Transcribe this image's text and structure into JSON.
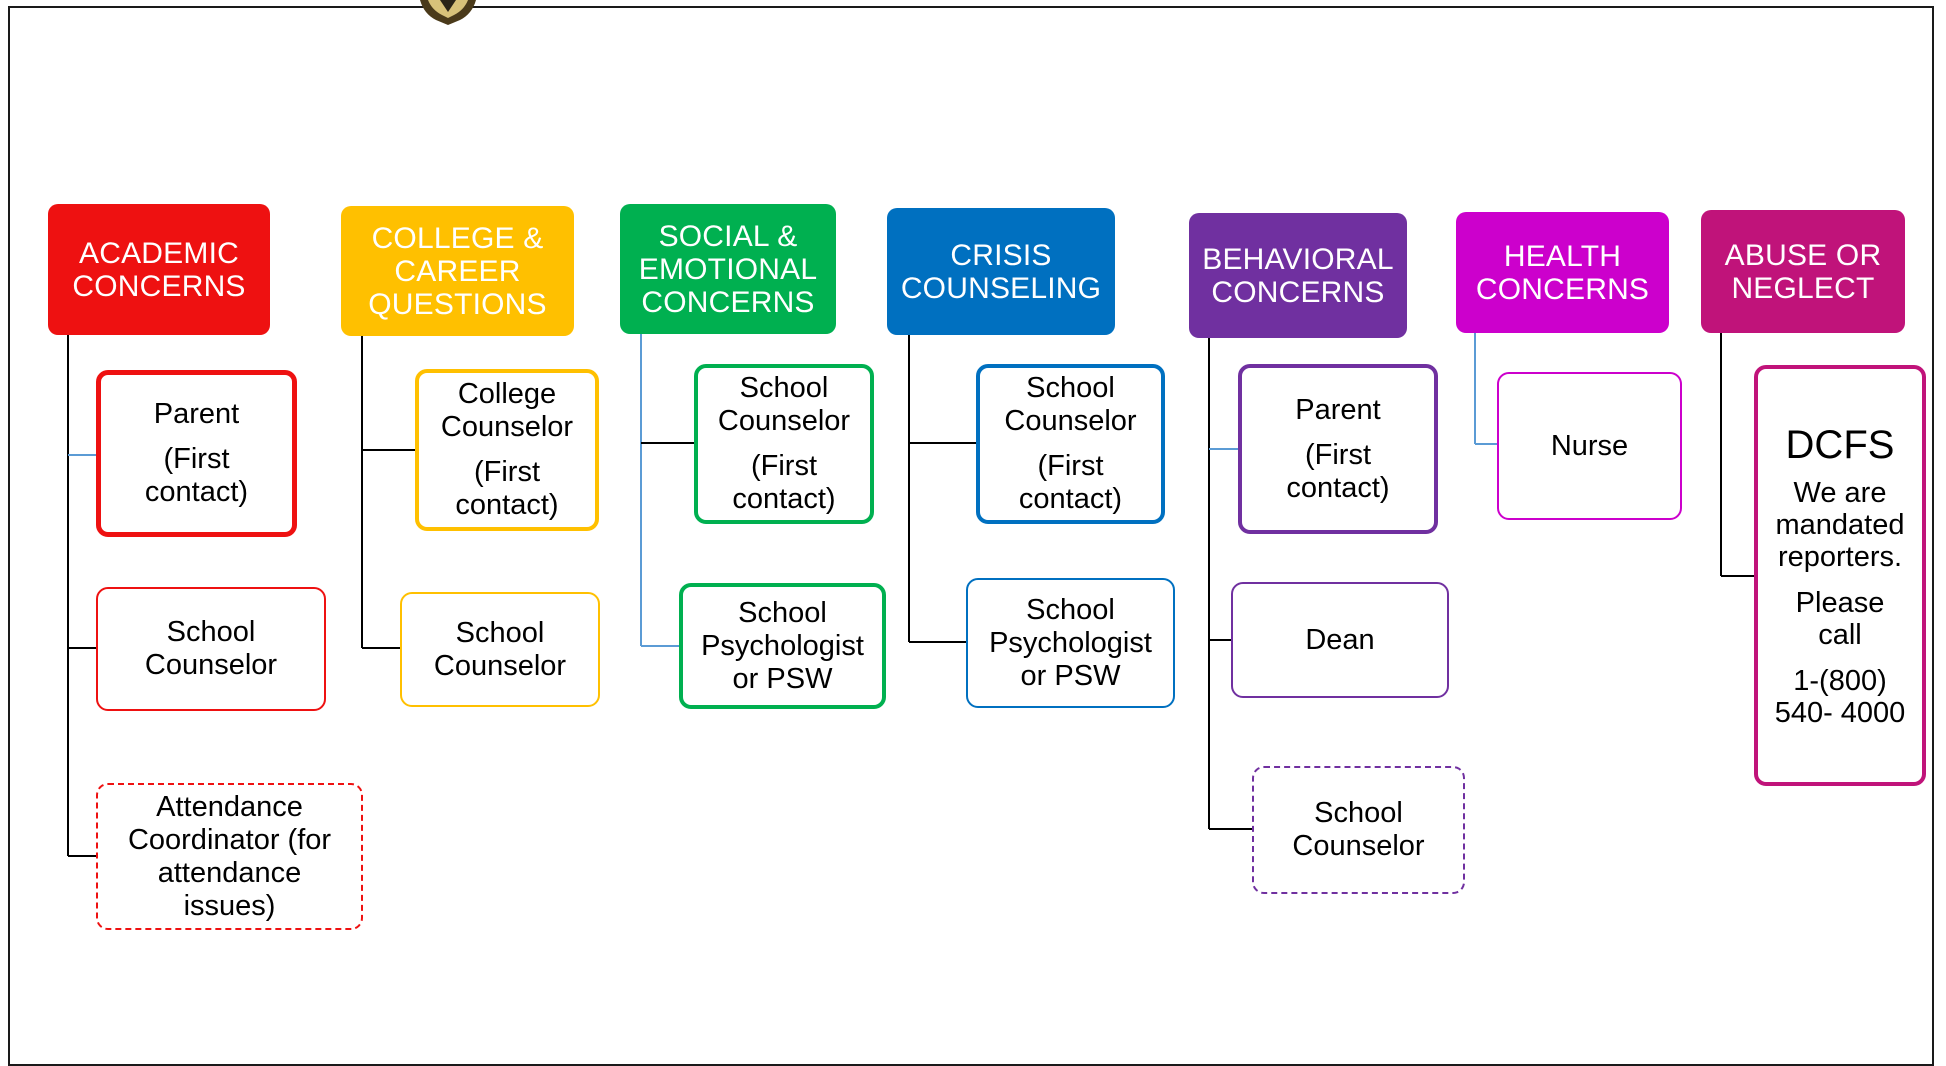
{
  "colors": {
    "academic": "#EE1111",
    "college": "#FFC000",
    "social": "#00B050",
    "crisis": "#0070C0",
    "behavioral": "#7030A0",
    "health": "#CC00CC",
    "abuse": "#C0137A",
    "link_blue": "#5B9BD5",
    "link_black": "#000000"
  },
  "categories": [
    {
      "id": "academic",
      "title": "ACADEMIC\nCONCERNS",
      "children": [
        {
          "main": "Parent",
          "sub": "(First\ncontact)"
        },
        {
          "main": "School\nCounselor",
          "sub": ""
        },
        {
          "main": "Attendance\nCoordinator (for\nattendance\nissues)",
          "sub": ""
        }
      ]
    },
    {
      "id": "college",
      "title": "COLLEGE &\nCAREER\nQUESTIONS",
      "children": [
        {
          "main": "College\nCounselor",
          "sub": "(First\ncontact)"
        },
        {
          "main": "School\nCounselor",
          "sub": ""
        }
      ]
    },
    {
      "id": "social",
      "title": "SOCIAL &\nEMOTIONAL\nCONCERNS",
      "children": [
        {
          "main": "School\nCounselor",
          "sub": "(First\ncontact)"
        },
        {
          "main": "School\nPsychologist\nor PSW",
          "sub": ""
        }
      ]
    },
    {
      "id": "crisis",
      "title": "CRISIS\nCOUNSELING",
      "children": [
        {
          "main": "School\nCounselor",
          "sub": "(First\ncontact)"
        },
        {
          "main": "School\nPsychologist\nor PSW",
          "sub": ""
        }
      ]
    },
    {
      "id": "behavioral",
      "title": "BEHAVIORAL\nCONCERNS",
      "children": [
        {
          "main": "Parent",
          "sub": "(First\ncontact)"
        },
        {
          "main": "Dean",
          "sub": ""
        },
        {
          "main": "School\nCounselor",
          "sub": ""
        }
      ]
    },
    {
      "id": "health",
      "title": "HEALTH\nCONCERNS",
      "children": [
        {
          "main": "Nurse",
          "sub": ""
        }
      ]
    },
    {
      "id": "abuse",
      "title": "ABUSE OR\nNEGLECT",
      "children": [
        {
          "main": "DCFS",
          "lines": [
            "We are\nmandated\nreporters.",
            "Please\ncall",
            "1-(800)\n540- 4000"
          ]
        }
      ]
    }
  ]
}
